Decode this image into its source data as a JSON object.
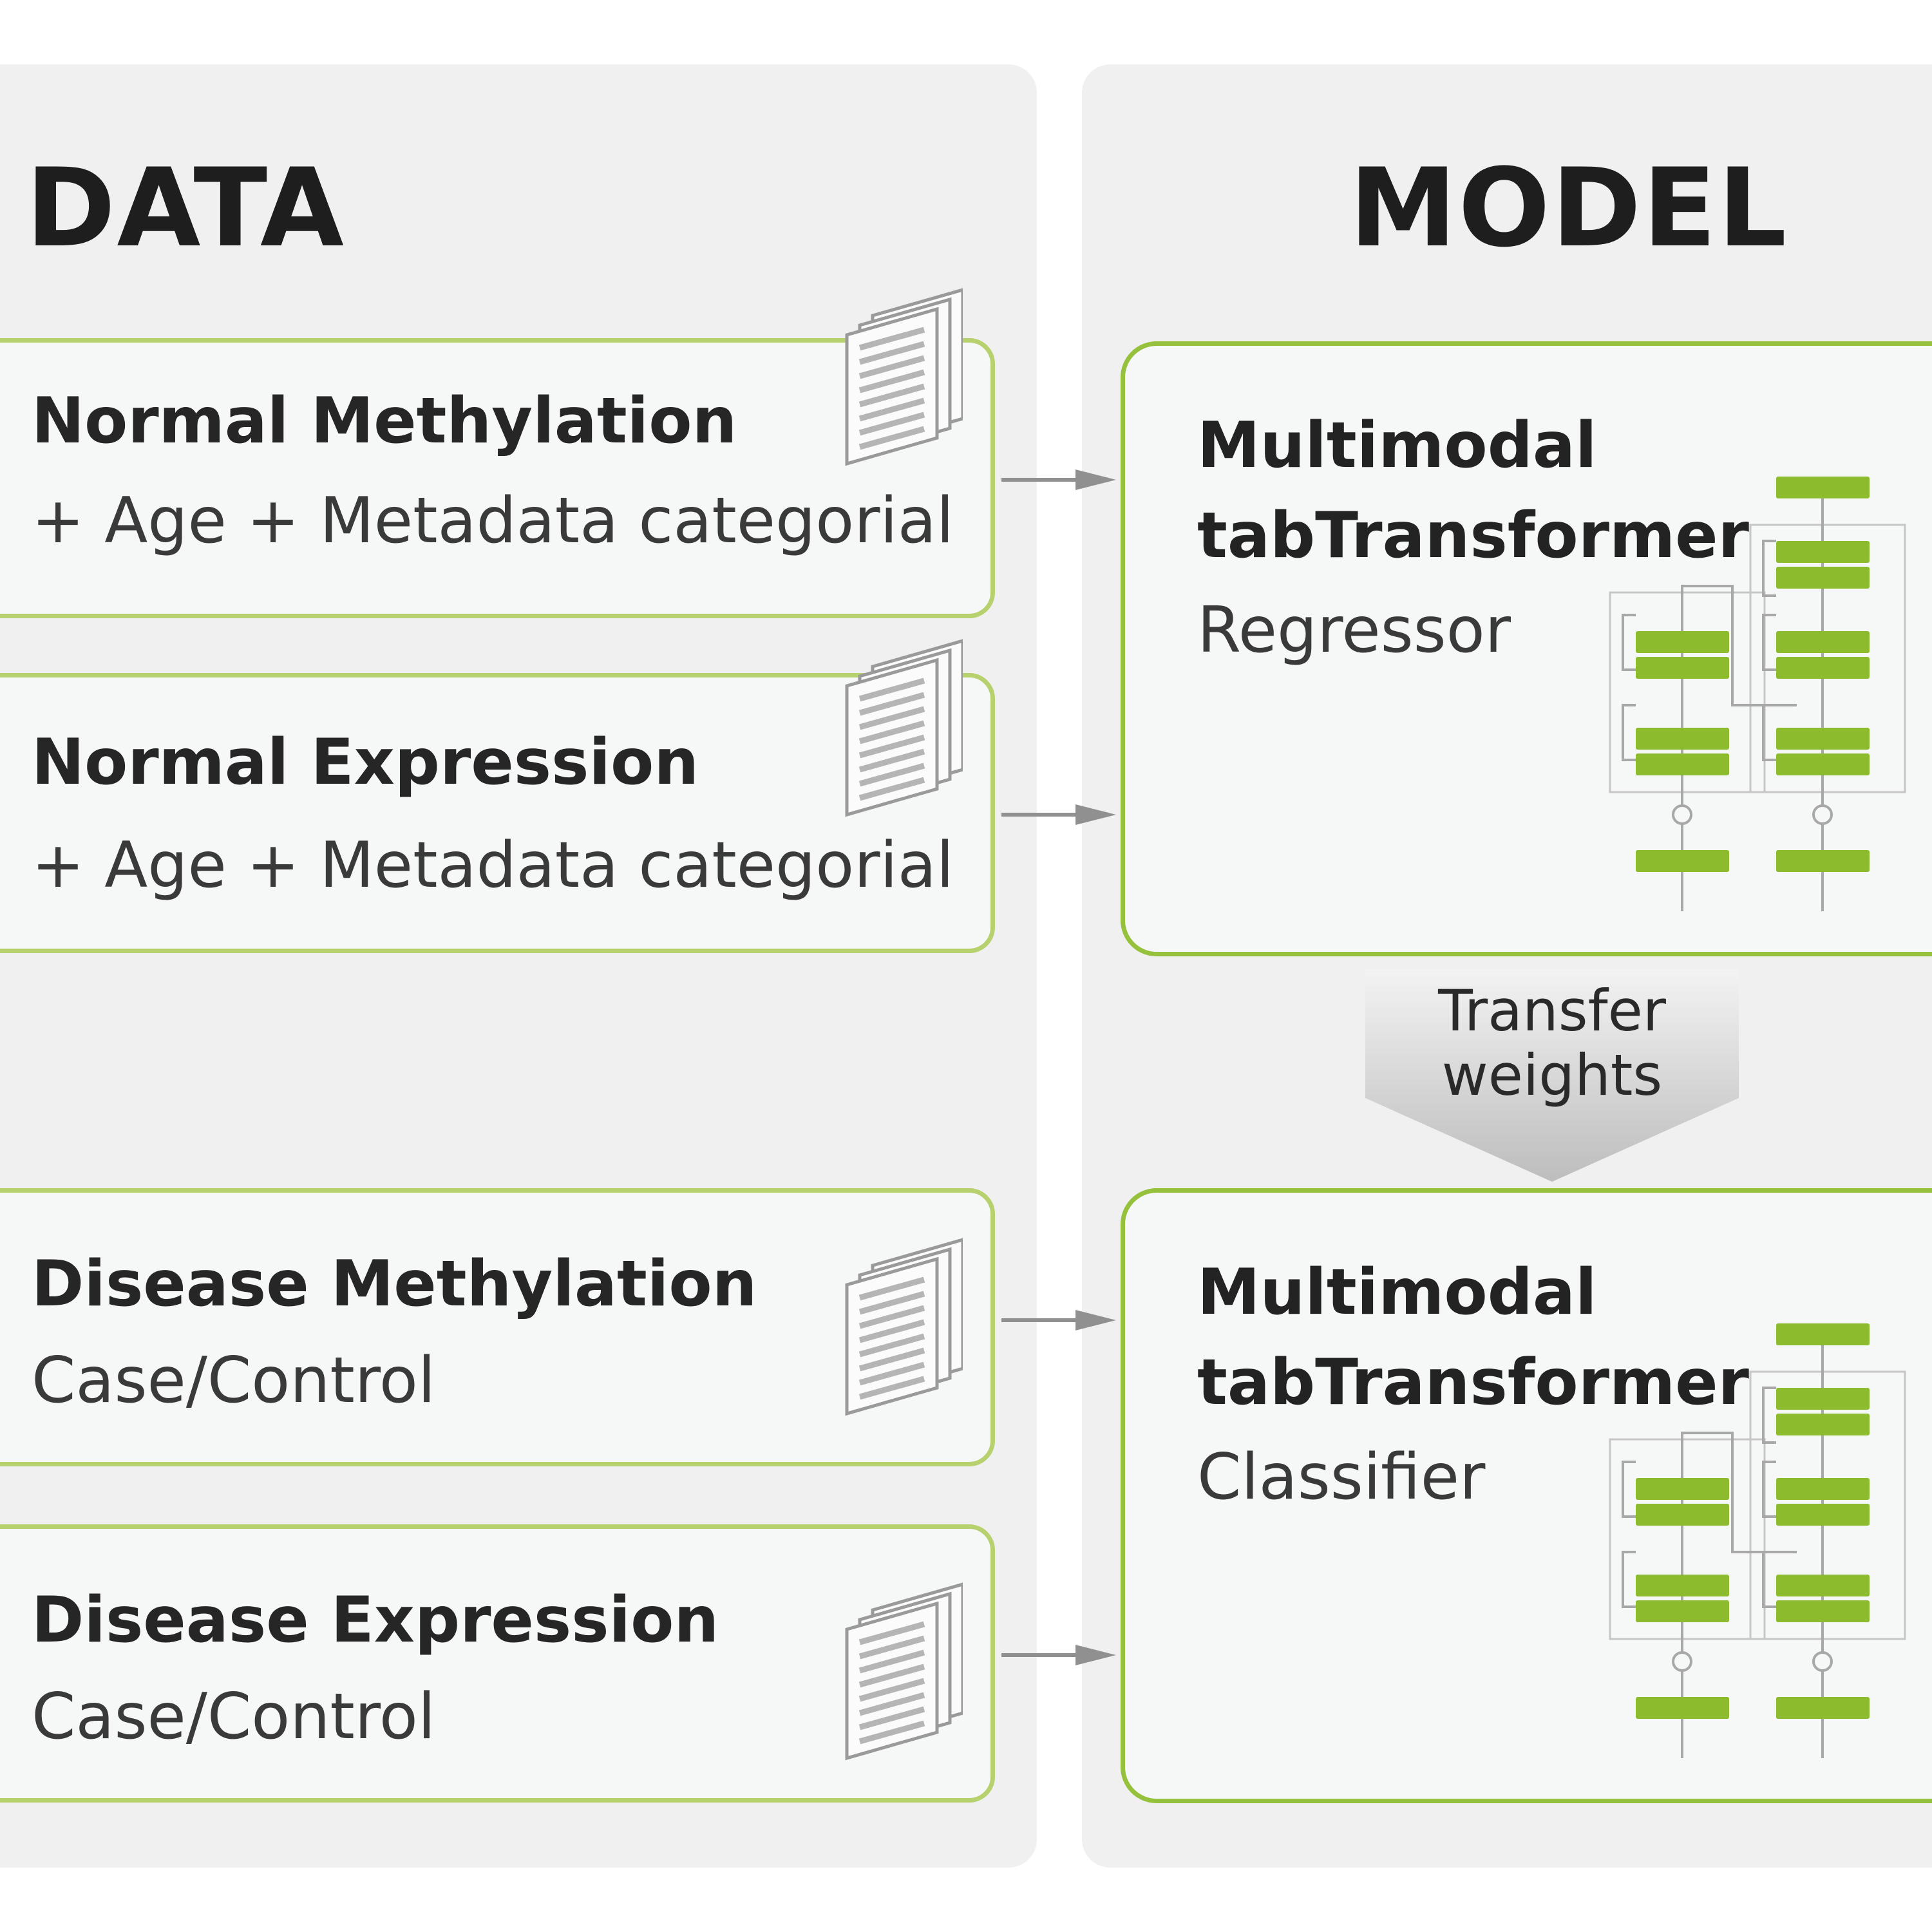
{
  "data_section": {
    "title": "DATA",
    "cards": [
      {
        "title": "Normal Methylation",
        "subtitle": "+ Age + Metadata categorial"
      },
      {
        "title": "Normal Expression",
        "subtitle": "+ Age + Metadata categorial"
      },
      {
        "title": "Disease Methylation",
        "subtitle": "Case/Control"
      },
      {
        "title": "Disease Expression",
        "subtitle": "Case/Control"
      }
    ]
  },
  "model_section": {
    "title": "MODEL",
    "models": [
      {
        "title_line1": "Multimodal",
        "title_line2": "tabTransformer",
        "type": "Regressor"
      },
      {
        "title_line1": "Multimodal",
        "title_line2": "tabTransformer",
        "type": "Classifier"
      }
    ],
    "transfer": {
      "line1": "Transfer",
      "line2": "weights"
    }
  },
  "colors": {
    "accent_green": "#8dbb2e",
    "card_border_light": "#b6d16d",
    "card_border_model": "#96c13c",
    "panel_bg": "#f0f0f0",
    "arrow_gray": "#909090"
  },
  "icons": {
    "data_file": "stacked-documents-icon",
    "model_architecture": "neural-network-architecture-icon",
    "connector": "arrow-right-icon",
    "transfer": "arrow-down-icon"
  }
}
